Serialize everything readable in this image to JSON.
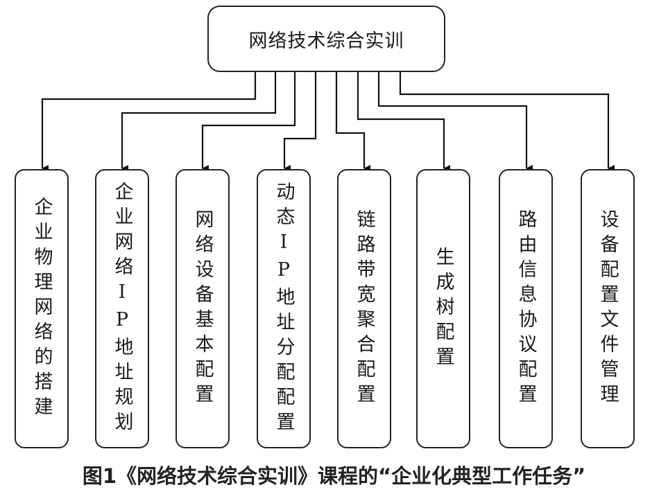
{
  "root": {
    "label": "网络技术综合实训"
  },
  "tasks": [
    {
      "label": "企业物理网络的搭建"
    },
    {
      "label": "企业网络IP地址规划"
    },
    {
      "label": "网络设备基本配置"
    },
    {
      "label": "动态IP地址分配配置"
    },
    {
      "label": "链路带宽聚合配置"
    },
    {
      "label": "生成树配置"
    },
    {
      "label": "路由信息协议配置"
    },
    {
      "label": "设备配置文件管理"
    }
  ],
  "caption": "图1《网络技术综合实训》课程的“企业化典型工作任务”"
}
